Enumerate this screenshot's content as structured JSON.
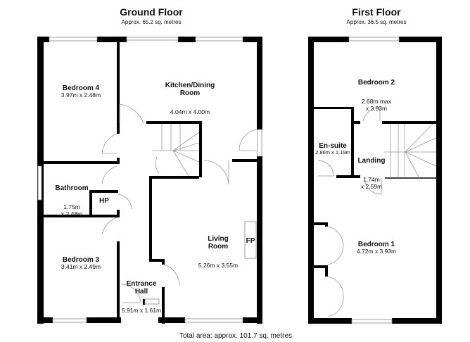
{
  "ground_floor": {
    "title": "Ground Floor",
    "area": "Approx. 65.2 sq. metres",
    "rooms": [
      {
        "name": "Bedroom 4",
        "dims": "3.97m x 2.48m"
      },
      {
        "name": "Kitchen/Dining\nRoom",
        "dims": "4.04m x 4.00m"
      },
      {
        "name": "Bathroom",
        "dims": "1.75m\nx 2.48m"
      },
      {
        "name": "HP",
        "dims": ""
      },
      {
        "name": "Living\nRoom",
        "dims": "5.26m x 3.55m"
      },
      {
        "name": "FP",
        "dims": ""
      },
      {
        "name": "Bedroom 3",
        "dims": "3.41m x 2.49m"
      },
      {
        "name": "Entrance\nHall",
        "dims": "5.91m x 1.61m"
      }
    ]
  },
  "first_floor": {
    "title": "First Floor",
    "area": "Approx. 36.5 sq. metres",
    "rooms": [
      {
        "name": "Bedroom 2",
        "dims": "2.68m max\nx 3.93m"
      },
      {
        "name": "En-suite",
        "dims": "2.86m x 1.19m"
      },
      {
        "name": "Landing",
        "dims": "1.74m\nx 2.59m"
      },
      {
        "name": "Bedroom 1",
        "dims": "4.72m x 3.93m"
      }
    ]
  },
  "total_area": "Total area: approx. 101.7 sq. metres"
}
